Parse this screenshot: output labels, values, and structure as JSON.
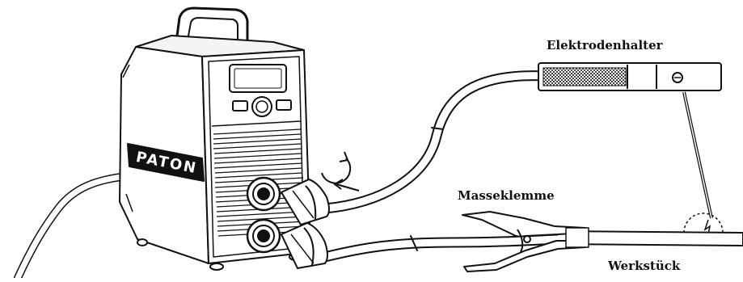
{
  "labels": {
    "electrode_holder": "Elektrodenhalter",
    "ground_clamp": "Masseklemme",
    "workpiece": "Werkstück"
  },
  "machine": {
    "brand": "PATON"
  },
  "colors": {
    "line": "#111111",
    "background": "#ffffff",
    "panel_gray": "#dcdcdc",
    "grip_dark": "#444444"
  }
}
